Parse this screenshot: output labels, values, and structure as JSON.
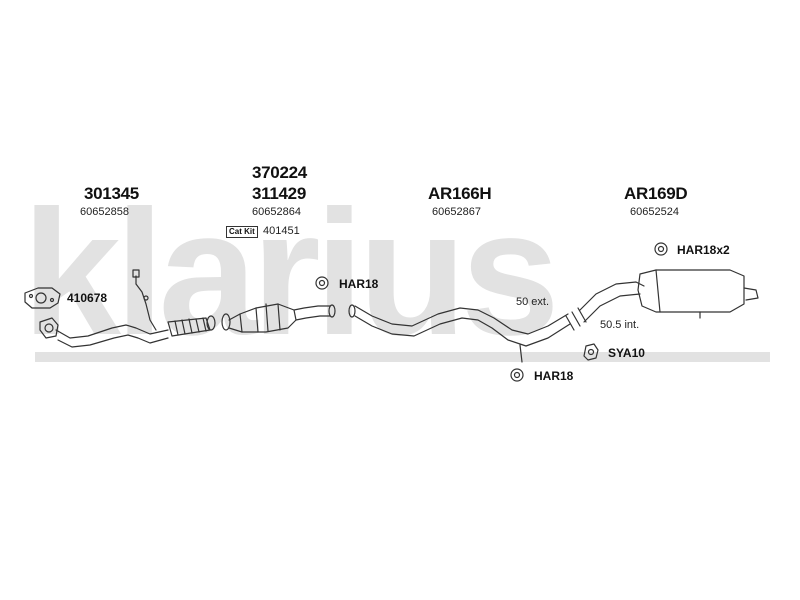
{
  "watermark": {
    "text": "klarius"
  },
  "headers": [
    {
      "part": "301345",
      "oe": "60652858"
    },
    {
      "part_top": "370224",
      "part": "311429",
      "oe": "60652864",
      "catkit_badge": "Cat Kit",
      "catkit_number": "401451"
    },
    {
      "part": "AR166H",
      "oe": "60652867"
    },
    {
      "part": "AR169D",
      "oe": "60652524"
    }
  ],
  "callouts": {
    "gasket": "410678",
    "mount_cat": "HAR18",
    "mount_mid": "HAR18",
    "mount_rear": "HAR18x2",
    "clamp": "SYA10"
  },
  "notes": {
    "ext": "50 ext.",
    "int": "50.5 int."
  },
  "colors": {
    "watermark": "#e2e2e2",
    "line": "#333333"
  }
}
